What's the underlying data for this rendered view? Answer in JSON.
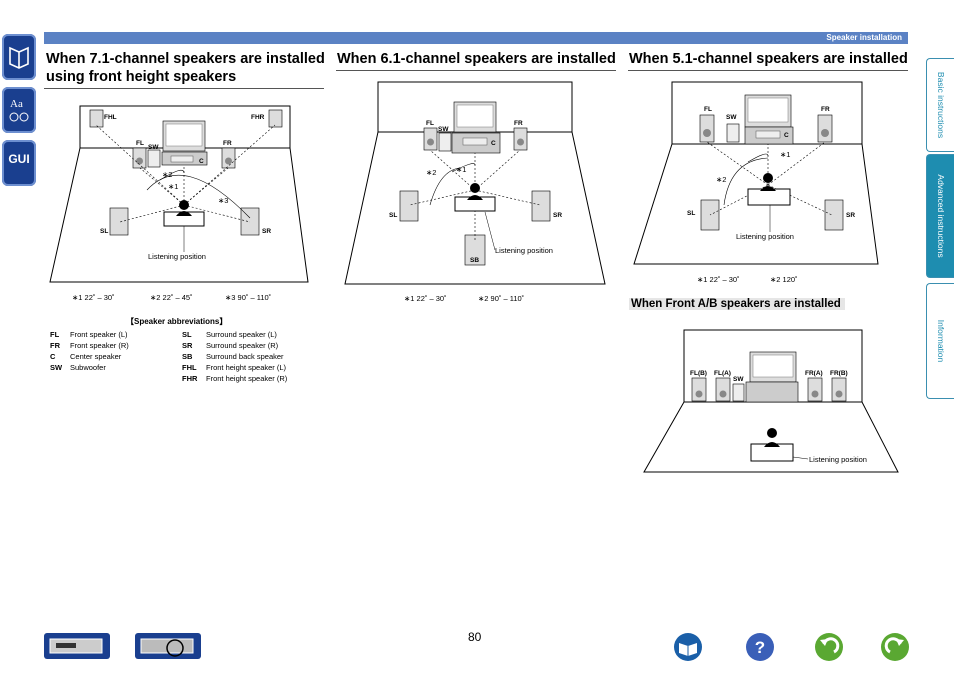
{
  "header": {
    "section": "Speaker installation"
  },
  "sections": {
    "s71": {
      "title_l1": "When 7.1-channel speakers are installed",
      "title_l2": "using front height speakers",
      "labels": {
        "fhl": "FHL",
        "fhr": "FHR",
        "fl": "FL",
        "fr": "FR",
        "sw": "SW",
        "c": "C",
        "sl": "SL",
        "sr": "SR",
        "a1": "∗1",
        "a2": "∗2",
        "a3": "∗3",
        "listen": "Listening position"
      },
      "notes": {
        "n1": "∗1   22˚ – 30˚",
        "n2": "∗2   22˚ – 45˚",
        "n3": "∗3   90˚ – 110˚"
      }
    },
    "s61": {
      "title": "When 6.1-channel speakers are installed",
      "labels": {
        "fl": "FL",
        "fr": "FR",
        "sw": "SW",
        "c": "C",
        "sl": "SL",
        "sr": "SR",
        "sb": "SB",
        "a1": "∗1",
        "a2": "∗2",
        "listen": "Listening position"
      },
      "notes": {
        "n1": "∗1   22˚ – 30˚",
        "n2": "∗2   90˚ – 110˚"
      }
    },
    "s51": {
      "title": "When 5.1-channel speakers are installed",
      "labels": {
        "fl": "FL",
        "fr": "FR",
        "sw": "SW",
        "c": "C",
        "sl": "SL",
        "sr": "SR",
        "a1": "∗1",
        "a2": "∗2",
        "listen": "Listening position"
      },
      "notes": {
        "n1": "∗1   22˚ – 30˚",
        "n2": "∗2   120˚"
      }
    },
    "sab": {
      "title": "When Front A/B speakers are installed",
      "labels": {
        "flb": "FL(B)",
        "fla": "FL(A)",
        "sw": "SW",
        "fra": "FR(A)",
        "frb": "FR(B)",
        "listen": "Listening position"
      }
    }
  },
  "abbreviations": {
    "title": "【Speaker abbreviations】",
    "left": [
      {
        "code": "FL",
        "name": "Front speaker (L)"
      },
      {
        "code": "FR",
        "name": "Front speaker (R)"
      },
      {
        "code": "C",
        "name": "Center speaker"
      },
      {
        "code": "SW",
        "name": "Subwoofer"
      }
    ],
    "right": [
      {
        "code": "SL",
        "name": "Surround speaker (L)"
      },
      {
        "code": "SR",
        "name": "Surround speaker (R)"
      },
      {
        "code": "SB",
        "name": "Surround back speaker"
      },
      {
        "code": "FHL",
        "name": "Front height speaker (L)"
      },
      {
        "code": "FHR",
        "name": "Front height speaker (R)"
      }
    ]
  },
  "side_tabs": [
    "Basic instructions",
    "Advanced instructions",
    "Information"
  ],
  "left_icons": [
    "book-icon",
    "text-icon",
    "gui-icon"
  ],
  "gui_label": "GUI",
  "page_number": "80",
  "colors": {
    "accent": "#5b82c4",
    "tab": "#1e8db0",
    "nav": "#1a3f8f"
  }
}
